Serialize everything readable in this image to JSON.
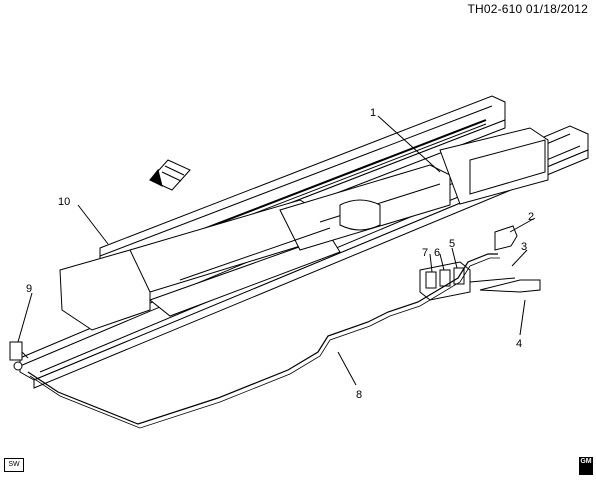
{
  "header": {
    "reference": "TH02-610 01/18/2012"
  },
  "callouts": [
    "1",
    "2",
    "3",
    "4",
    "5",
    "6",
    "7",
    "8",
    "9",
    "10"
  ],
  "badges": {
    "left": "SW",
    "right": "GM"
  },
  "colors": {
    "line": "#000000",
    "background": "#ffffff"
  }
}
